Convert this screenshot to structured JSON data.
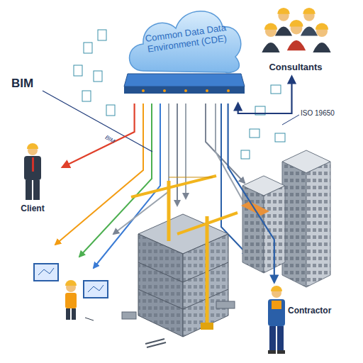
{
  "diagram": {
    "nodes": [
      {
        "text": [
          "Common Data Data Environment (CDE)"
        ]
      },
      {
        "text": [
          "Consultants"
        ]
      },
      {
        "text": [
          "Client"
        ]
      },
      {
        "text": [
          "Contractor"
        ]
      }
    ],
    "edges": [
      {
        "from": 0,
        "to": 1,
        "arrow": "both"
      },
      {
        "from": 0,
        "to": 2,
        "arrow": "to"
      },
      {
        "from": 0,
        "to": 3,
        "arrow": "to"
      }
    ],
    "labels": [
      "BIM",
      "BIM",
      "ISO 19650"
    ]
  }
}
